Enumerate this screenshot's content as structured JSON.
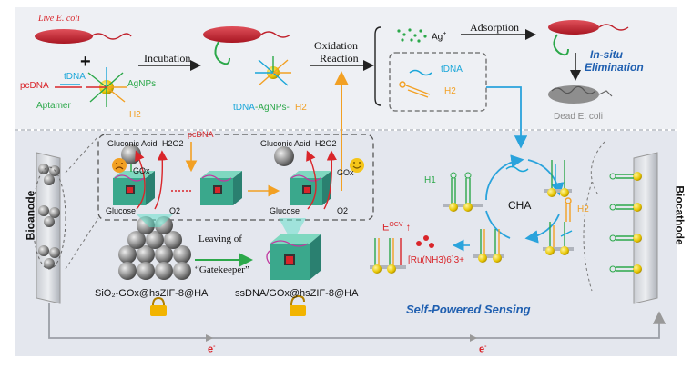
{
  "top": {
    "live_ecoli": "Live E. coli",
    "plus": "+",
    "pcdna": "pcDNA",
    "tdna": "tDNA",
    "agnps": "AgNPs",
    "aptamer": "Aptamer",
    "h2": "H2",
    "incubation": "Incubation",
    "complex_tdna": "tDNA",
    "complex_agnps": "-AgNPs-",
    "complex_h2": "H2",
    "oxidation_line1": "Oxidation",
    "oxidation_line2": "Reaction",
    "ag_ion": "Ag",
    "ag_sup": "+",
    "adsorption": "Adsorption",
    "box_tdna": "tDNA",
    "box_h2": "H2",
    "insitu_line1": "In-situ",
    "insitu_line2": "Elimination",
    "dead_ecoli": "Dead E. coli"
  },
  "bottom": {
    "bioanode": "Bioanode",
    "biocathode": "Biocathode",
    "gluconic_acid_1": "Gluconic Acid",
    "h2o2_1": "H2O2",
    "gox_1": "GOx",
    "glucose_1": "Glucose",
    "o2_1": "O2",
    "pcdna_mid": "pcDNA",
    "gluconic_acid_2": "Gluconic Acid",
    "h2o2_2": "H2O2",
    "gox_2": "GOx",
    "glucose_2": "Glucose",
    "o2_2": "O2",
    "leaving_line1": "Leaving of",
    "leaving_line2": "“Gatekeeper”",
    "left_material": "SiO₂-GOx@hsZIF-8@HA",
    "right_material": "ssDNA/GOx@hsZIF-8@HA",
    "h1": "H1",
    "cha": "CHA",
    "h2_cycle": "H2",
    "eocv": "E",
    "eocv_sub": "OCV",
    "ruthenium": "[Ru(NH3)6]3+",
    "self_powered": "Self-Powered Sensing",
    "electron_left": "e",
    "electron_right": "e"
  },
  "colors": {
    "top_bg": "#eef0f4",
    "bottom_bg": "#e4e7ee",
    "red": "#d9252a",
    "cyan": "#1aa6d9",
    "green": "#2ca84a",
    "orange": "#f2a023",
    "gold": "#e8c21a",
    "blue_text": "#1f5fb0"
  }
}
